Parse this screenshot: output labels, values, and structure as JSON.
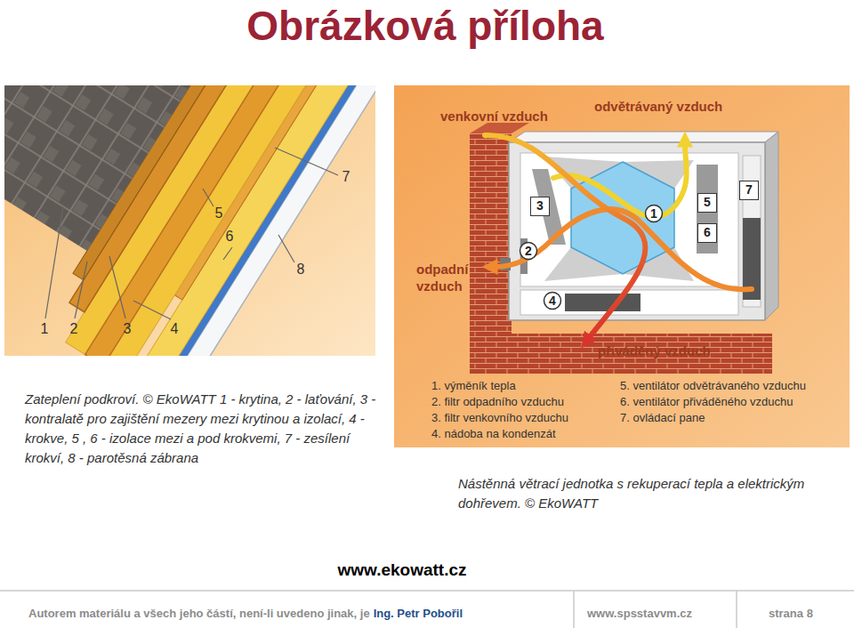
{
  "diagram": {
    "title": "Obrázková příloha",
    "nodes": [
      {
        "text": [
          "1"
        ]
      },
      {
        "text": [
          "2"
        ]
      },
      {
        "text": [
          "3"
        ]
      },
      {
        "text": [
          "4"
        ]
      },
      {
        "text": [
          "5"
        ]
      },
      {
        "text": [
          "6"
        ]
      },
      {
        "text": [
          "7"
        ]
      }
    ],
    "labels": [
      "1",
      "2",
      "3",
      "4",
      "5",
      "6",
      "7",
      "8",
      "venkovní vzduch",
      "odvětrávaný vzduch",
      "odpadní vzduch",
      "přiváděný vzduch",
      "1. výměník tepla",
      "2. filtr odpadního vzduchu",
      "3. filtr venkovního vzduchu",
      "4. nádoba na kondenzát",
      "5. ventilátor odvětrávaného vzduchu",
      "6. ventilátor přiváděného vzduchu",
      "7. ovládací pane",
      "Zateplení podkroví. © EkoWATT 1 - krytina, 2 - laťování, 3 - kontralatě pro zajištění mezery mezi krytinou a izolací, 4 - krokve, 5 , 6 - izolace mezi a pod krokvemi, 7 - zesílení krokví, 8 - parotěsná zábrana",
      "Nástěnná větrací jednotka s rekuperací tepla a elektrickým dohřevem. © EkoWATT",
      "www.ekowatt.cz",
      "Autorem materiálu a všech jeho částí, není-li uvedeno jinak, je",
      "Ing. Petr Pobořil",
      "www.spsstavvm.cz",
      "strana 8"
    ]
  }
}
